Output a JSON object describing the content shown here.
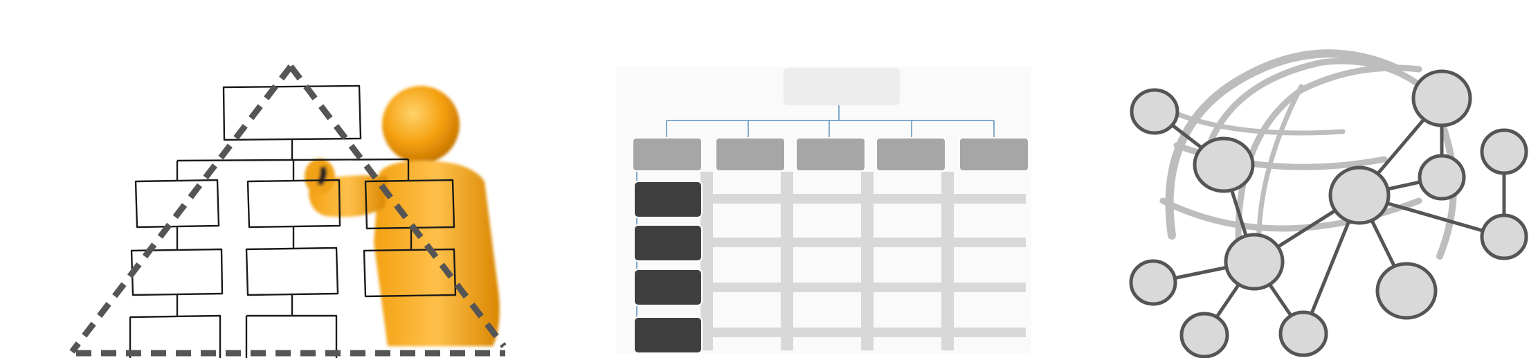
{
  "panels": [
    {
      "id": "hierarchy-sketch",
      "icon": "org-chart-sketch-icon"
    },
    {
      "id": "matrix-org-chart",
      "icon": "matrix-grid-icon"
    },
    {
      "id": "network-globe",
      "icon": "globe-network-icon"
    }
  ],
  "colors": {
    "sketch_line": "#1a1a1a",
    "dashed_triangle": "#555555",
    "figure_orange": "#f5a00f",
    "matrix_top_box": "#ececec",
    "matrix_header": "#a6a6a6",
    "matrix_row": "#3f3f3f",
    "matrix_grid": "#d8d8d8",
    "matrix_connector": "#5b8fbd",
    "globe_lines": "#bdbdbd",
    "node_fill": "#d9d9d9",
    "node_stroke": "#555555"
  },
  "matrix": {
    "columns": 5,
    "rows": 4
  }
}
